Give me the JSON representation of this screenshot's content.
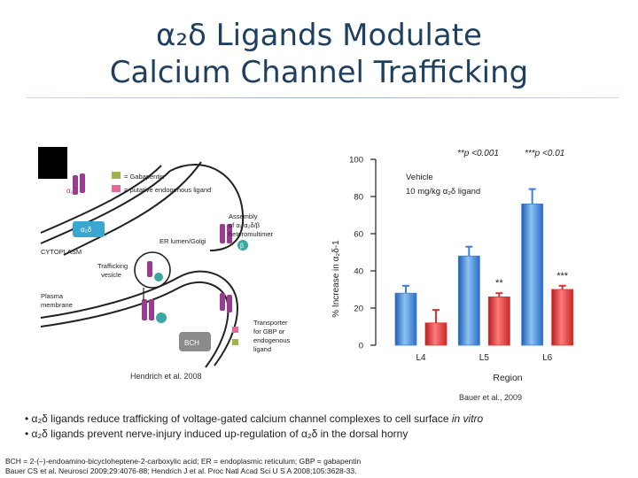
{
  "slide": {
    "title_line1": "α₂δ Ligands Modulate",
    "title_line2": "Calcium Channel Trafficking"
  },
  "diagram": {
    "legend_gabapentin": "= Gabapentin",
    "legend_ligand": "= putative endogenous ligand",
    "label_a1": "α₁",
    "label_a2d": "α₂δ",
    "label_b": "β",
    "label_cytoplasm": "CYTOPLASM",
    "label_er": "ER lumen/Golgi",
    "label_assembly1": "Assembly",
    "label_assembly2": "of α₁/α₂δ/β",
    "label_assembly3": "heteromultimer",
    "label_traf1": "Trafficking",
    "label_traf2": "vesicle",
    "label_pm1": "Plasma",
    "label_pm2": "membrane",
    "label_bch": "BCH",
    "label_trans1": "Transporter",
    "label_trans2": "for GBP or",
    "label_trans3": "endogenous",
    "label_trans4": "ligand",
    "citation": "Hendrich et al. 2008"
  },
  "chart_data": {
    "type": "bar",
    "categories": [
      "L4",
      "L5",
      "L6"
    ],
    "series": [
      {
        "name": "Vehicle",
        "values": [
          28,
          48,
          76
        ],
        "errors": [
          4,
          5,
          8
        ],
        "color": "#3a7fd5"
      },
      {
        "name": "10 mg/kg α₂δ ligand",
        "values": [
          12,
          26,
          30
        ],
        "errors": [
          7,
          2,
          2
        ],
        "color": "#e03030"
      }
    ],
    "ylim": [
      0,
      100
    ],
    "yticks": [
      0,
      20,
      40,
      60,
      80,
      100
    ],
    "ytick_labels": [
      "0",
      "20",
      "40",
      "60",
      "80",
      "100"
    ],
    "ylabel": "% Increase in α₂δ-1",
    "xlabel": "Region",
    "sig_note1": "**p <0.001",
    "sig_note2": "***p <0.01",
    "annotations": [
      {
        "category": "L5",
        "text": "**"
      },
      {
        "category": "L6",
        "text": "***"
      }
    ],
    "citation": "Bauer et al., 2009"
  },
  "bullets": [
    {
      "text": "α₂δ ligands reduce trafficking of voltage-gated calcium channel complexes to cell surface",
      "italic": "in vitro"
    },
    {
      "text": "α₂δ ligands prevent nerve-injury induced up-regulation of α₂δ in the dorsal horny",
      "italic": ""
    }
  ],
  "footnote": {
    "line1": "BCH = 2-(–)-endoamino-bicycloheptene-2-carboxylic acid; ER = endoplasmic reticulum; GBP = gabapentin",
    "line2": "Bauer CS et al. Neurosci 2009;29:4076-88; Hendrich J et al. Proc Natl Acad Sci U S A 2008;105:3628-33."
  },
  "colors": {
    "title": "#1f3f5f",
    "vehicle": "#3a7fd5",
    "ligand": "#e03030"
  }
}
